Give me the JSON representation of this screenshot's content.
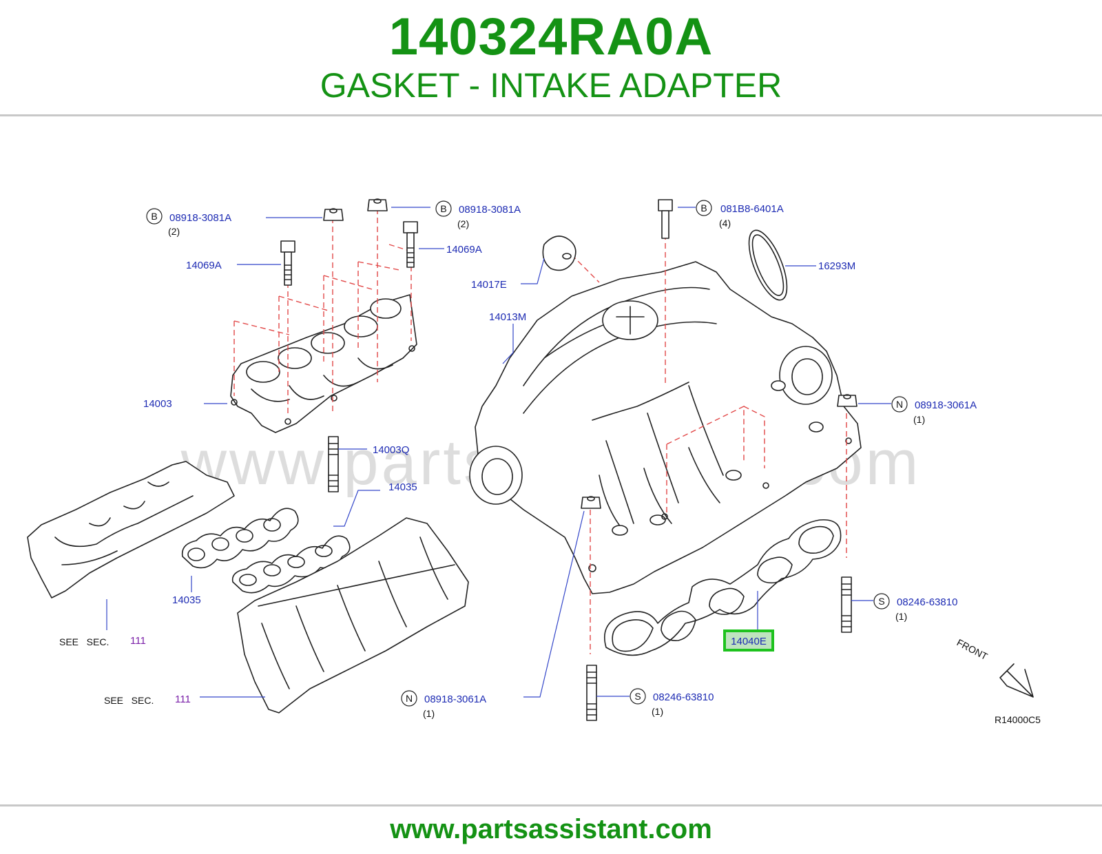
{
  "header": {
    "part_number": "140324RA0A",
    "part_name": "GASKET - INTAKE ADAPTER"
  },
  "watermark": "www.partsassistant.com",
  "footer": {
    "url": "www.partsassistant.com"
  },
  "diagram": {
    "code": "R14000C5",
    "front_label": "FRONT",
    "highlighted_part": "14040E",
    "labels": {
      "b_left": {
        "letter": "B",
        "part": "08918-3081A",
        "qty": "(2)"
      },
      "b_mid": {
        "letter": "B",
        "part": "08918-3081A",
        "qty": "(2)"
      },
      "b_right": {
        "letter": "B",
        "part": "081B8-6401A",
        "qty": "(4)"
      },
      "bolt_left": "14069A",
      "bolt_mid": "14069A",
      "cap": "14017E",
      "manifold": "14013M",
      "ring": "16293M",
      "collector": "14003",
      "stud": "14003Q",
      "gasket_upper": "14035",
      "gasket_lower": "14035",
      "see_sec_1": {
        "text": "SEE   SEC.",
        "number": "111"
      },
      "see_sec_2": {
        "text": "SEE   SEC.",
        "number": "111"
      },
      "n_right": {
        "letter": "N",
        "part": "08918-3061A",
        "qty": "(1)"
      },
      "n_bottom": {
        "letter": "N",
        "part": "08918-3061A",
        "qty": "(1)"
      },
      "s_right": {
        "letter": "S",
        "part": "08246-63810",
        "qty": "(1)"
      },
      "s_bottom": {
        "letter": "S",
        "part": "08246-63810",
        "qty": "(1)"
      }
    }
  },
  "colors": {
    "brand_green": "#149214",
    "label_blue": "#1d2bb3",
    "leader_blue": "#3346c9",
    "dashed_red": "#e24848",
    "highlight_box": "#1ec21e",
    "highlight_fill": "#bfe3bf",
    "section_purple": "#7a1fa8"
  }
}
